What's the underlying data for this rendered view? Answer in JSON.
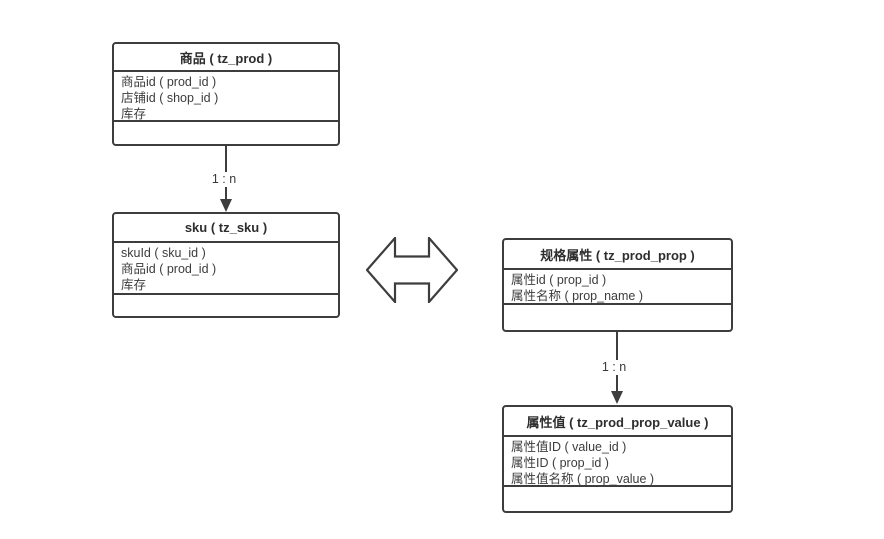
{
  "diagram": {
    "background_color": "#ffffff",
    "line_color": "#3d3d3d",
    "text_color": "#3c3c3c",
    "entities": [
      {
        "id": "prod",
        "title": "商品 ( tz_prod )",
        "fields": [
          "商品id ( prod_id )",
          "店铺id ( shop_id )",
          "库存"
        ]
      },
      {
        "id": "sku",
        "title": "sku ( tz_sku )",
        "fields": [
          "skuId ( sku_id )",
          "商品id ( prod_id )",
          "库存"
        ]
      },
      {
        "id": "prod_prop",
        "title": "规格属性 ( tz_prod_prop )",
        "fields": [
          "属性id ( prop_id )",
          "属性名称 ( prop_name )"
        ]
      },
      {
        "id": "prod_prop_value",
        "title": "属性值 ( tz_prod_prop_value )",
        "fields": [
          "属性值ID ( value_id )",
          "属性ID ( prop_id )",
          "属性值名称 ( prop_value )"
        ]
      }
    ],
    "connectors": [
      {
        "from": "商品 ( tz_prod )",
        "to": "sku ( tz_sku )",
        "label": "1 : n"
      },
      {
        "from": "规格属性 ( tz_prod_prop )",
        "to": "属性值 ( tz_prod_prop_value )",
        "label": "1 : n"
      }
    ],
    "link": {
      "between": [
        "sku ( tz_sku )",
        "规格属性 ( tz_prod_prop )"
      ],
      "icon": "double-arrow-icon"
    }
  }
}
